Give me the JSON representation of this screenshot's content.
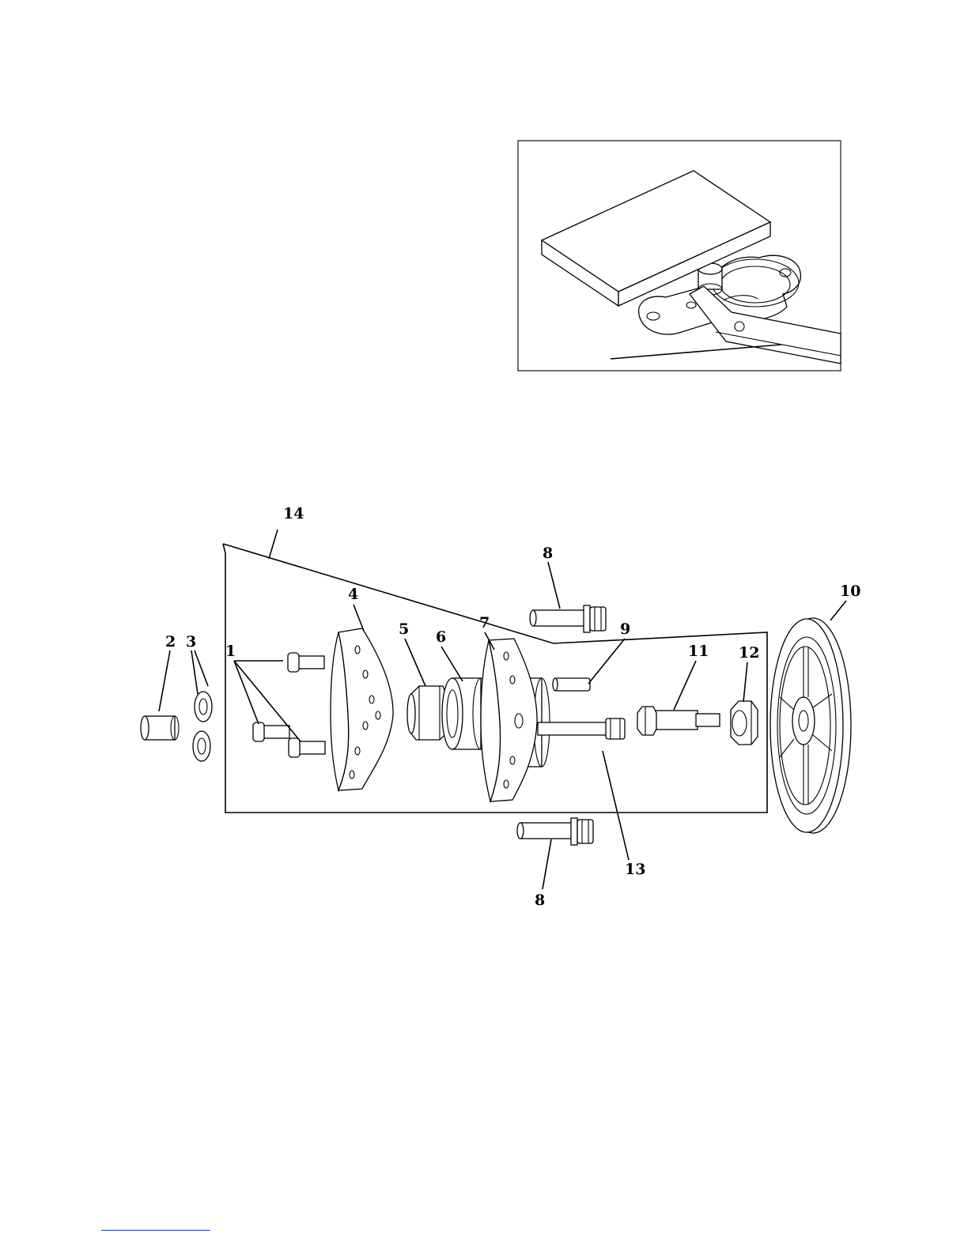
{
  "figure": {
    "callouts": {
      "c1": "1",
      "c2": "2",
      "c3": "3",
      "c4": "4",
      "c5": "5",
      "c6": "6",
      "c7": "7",
      "c8_top": "8",
      "c8_bottom": "8",
      "c9": "9",
      "c10": "10",
      "c11": "11",
      "c12": "12",
      "c13": "13",
      "c14": "14"
    }
  },
  "colors": {
    "line": "#000000",
    "background": "#ffffff",
    "footer_link": "#1a3fd6"
  }
}
